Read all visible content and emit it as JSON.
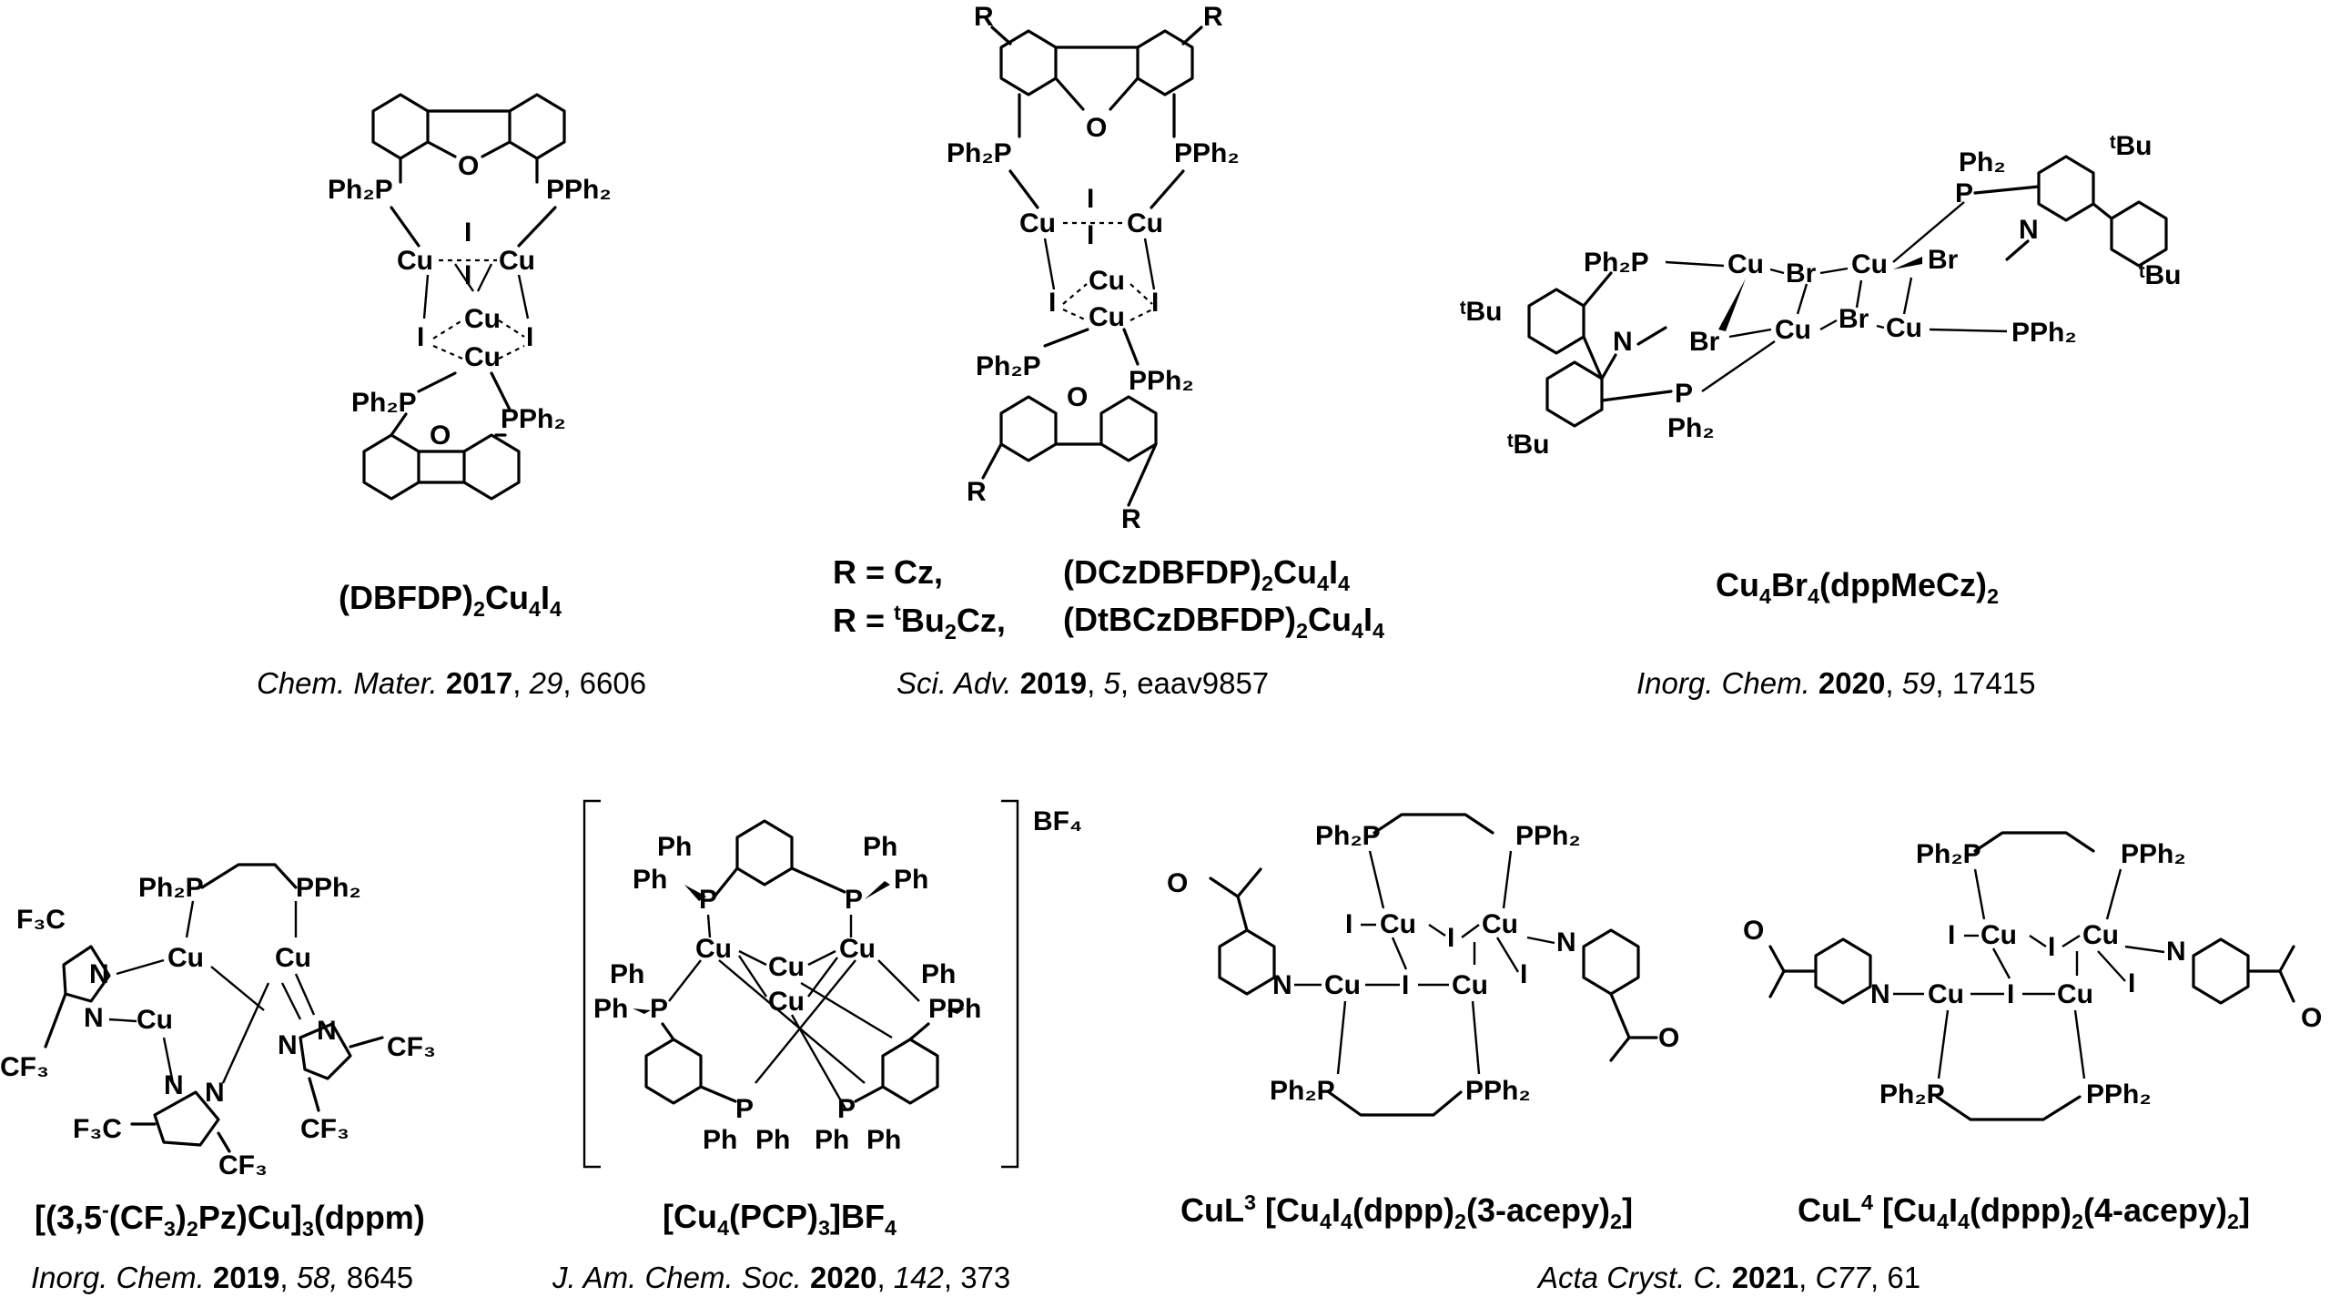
{
  "compounds": [
    {
      "name_html": "(DBFDP)<sub>2</sub>Cu<sub>4</sub>I<sub>4</sub>",
      "ref": {
        "journal": "Chem. Mater.",
        "year": "2017",
        "volume": "29",
        "page": "6606"
      }
    },
    {
      "variants": [
        {
          "r_html": "R = Cz,",
          "name_html": "(DCzDBFDP)<sub>2</sub>Cu<sub>4</sub>I<sub>4</sub>"
        },
        {
          "r_html": "R = <sup>t</sup>Bu<sub>2</sub>Cz,",
          "name_html": "(DtBCzDBFDP)<sub>2</sub>Cu<sub>4</sub>I<sub>4</sub>"
        }
      ],
      "ref": {
        "journal": "Sci. Adv.",
        "year": "2019",
        "volume": "5",
        "page": "eaav9857"
      }
    },
    {
      "name_html": "Cu<sub>4</sub>Br<sub>4</sub>(dppMeCz)<sub>2</sub>",
      "ref": {
        "journal": "Inorg. Chem.",
        "year": "2020",
        "volume": "59",
        "page": "17415"
      }
    },
    {
      "name_html": "[(3,5<sup>-</sup>(CF<sub>3</sub>)<sub>2</sub>Pz)Cu]<sub>3</sub>(dppm)",
      "ref": {
        "journal": "Inorg. Chem.",
        "year": "2019",
        "volume": "58,",
        "page": "8645"
      }
    },
    {
      "name_html": "[Cu<sub>4</sub>(PCP)<sub>3</sub>]BF<sub>4</sub>",
      "ref": {
        "journal": "J. Am. Chem. Soc.",
        "year": "2020",
        "volume": "142",
        "page": "373"
      }
    },
    {
      "name_html": "CuL<sup>3</sup> [Cu<sub>4</sub>I<sub>4</sub>(dppp)<sub>2</sub>(3-acepy)<sub>2</sub>]"
    },
    {
      "name_html": "CuL<sup>4</sup> [Cu<sub>4</sub>I<sub>4</sub>(dppp)<sub>2</sub>(4-acepy)<sub>2</sub>]"
    }
  ],
  "shared_ref": {
    "journal": "Acta Cryst. C.",
    "year": "2021",
    "volume": "C77",
    "page": "61"
  },
  "labels": {
    "cu": "Cu",
    "i": "I",
    "br": "Br",
    "o": "O",
    "n": "N",
    "p": "P",
    "r": "R",
    "ph": "Ph",
    "ph2p": "Ph₂P",
    "pph2": "PPh₂",
    "ph2": "Ph₂",
    "tbu": "ᵗBu",
    "cf3": "CF₃",
    "f3c": "F₃C",
    "bf4": "BF₄"
  }
}
